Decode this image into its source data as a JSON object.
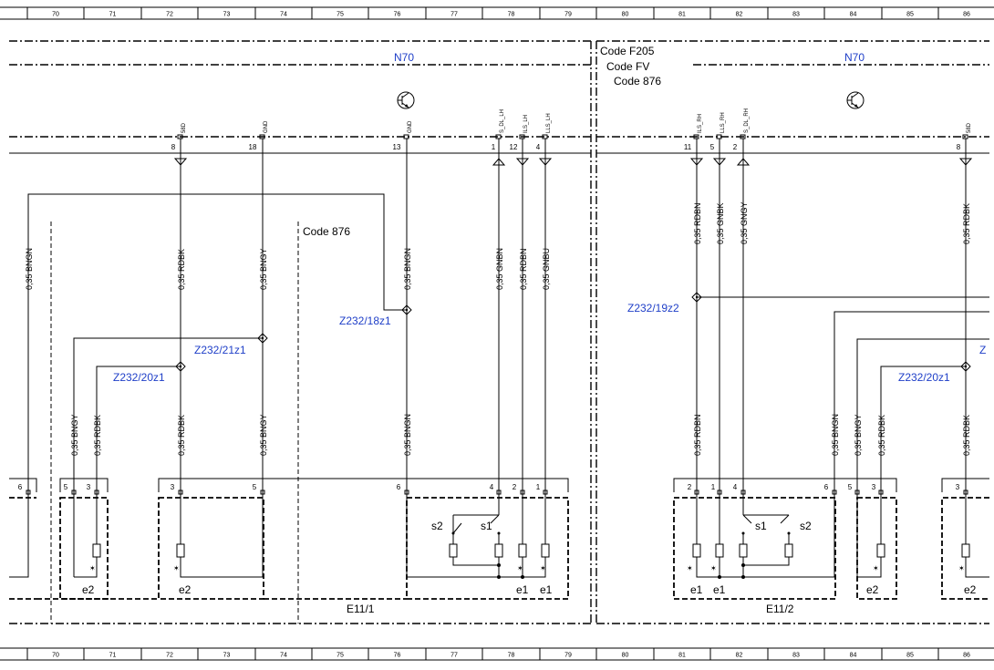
{
  "ruler": {
    "numbers": [
      "70",
      "71",
      "72",
      "73",
      "74",
      "75",
      "76",
      "77",
      "78",
      "79",
      "80",
      "81",
      "82",
      "83",
      "84",
      "85",
      "86"
    ]
  },
  "modules": {
    "left": "N70",
    "right": "N70"
  },
  "codes": {
    "f205": "Code F205",
    "fv": "Code FV",
    "c876_top": "Code 876",
    "c876_mid": "Code 876"
  },
  "connector_pins": [
    {
      "num": "8",
      "sig": "58D"
    },
    {
      "num": "18",
      "sig": "GND"
    },
    {
      "num": "13",
      "sig": "GND"
    },
    {
      "num": "1",
      "sig": "S_DL_LH"
    },
    {
      "num": "12",
      "sig": "ILS_LH"
    },
    {
      "num": "4",
      "sig": "LLS_LH"
    },
    {
      "num": "11",
      "sig": "ILS_RH"
    },
    {
      "num": "5",
      "sig": "LLS_RH"
    },
    {
      "num": "2",
      "sig": "S_DL_RH"
    },
    {
      "num": "8",
      "sig": "58D"
    }
  ],
  "wires_upper": [
    "0,35 BNGN",
    "0,35 RDBK",
    "0,35 BNGY",
    "0,35 BNGN",
    "0,35 GNBN",
    "0,35 RDBN",
    "0,35 GNBU",
    "0,35 RDBN",
    "0,35 GNBK",
    "0,35 GNGY",
    "0,35 RDBK"
  ],
  "wires_lower": [
    "0,35 BNGY",
    "0,35 RDBK",
    "0,35 RDBK",
    "0,35 BNGY",
    "0,35 BNGN",
    "0,35 RDBN",
    "0,35 BNGN",
    "0,35 BNGY",
    "0,35 RDBK",
    "0,35 RDBK"
  ],
  "splices": [
    "Z232/18z1",
    "Z232/21z1",
    "Z232/20z1",
    "Z232/19z2",
    "Z232/20z1",
    "Z"
  ],
  "lower_pins": [
    "6",
    "5",
    "3",
    "3",
    "5",
    "6",
    "4",
    "2",
    "1",
    "2",
    "1",
    "4",
    "6",
    "5",
    "3",
    "3"
  ],
  "components": {
    "e2_a": "e2",
    "e2_b": "e2",
    "e1_a": "e1",
    "e1_b": "e1",
    "e1_c": "e1",
    "e1_d": "e1",
    "e2_c": "e2",
    "e2_d": "e2",
    "s2_l": "s2",
    "s1_l": "s1",
    "s1_r": "s1",
    "s2_r": "s2",
    "e11_1": "E11/1",
    "e11_2": "E11/2"
  },
  "colors": {
    "line": "#000000",
    "label_blue": "#1f3fc8",
    "background": "#ffffff"
  }
}
